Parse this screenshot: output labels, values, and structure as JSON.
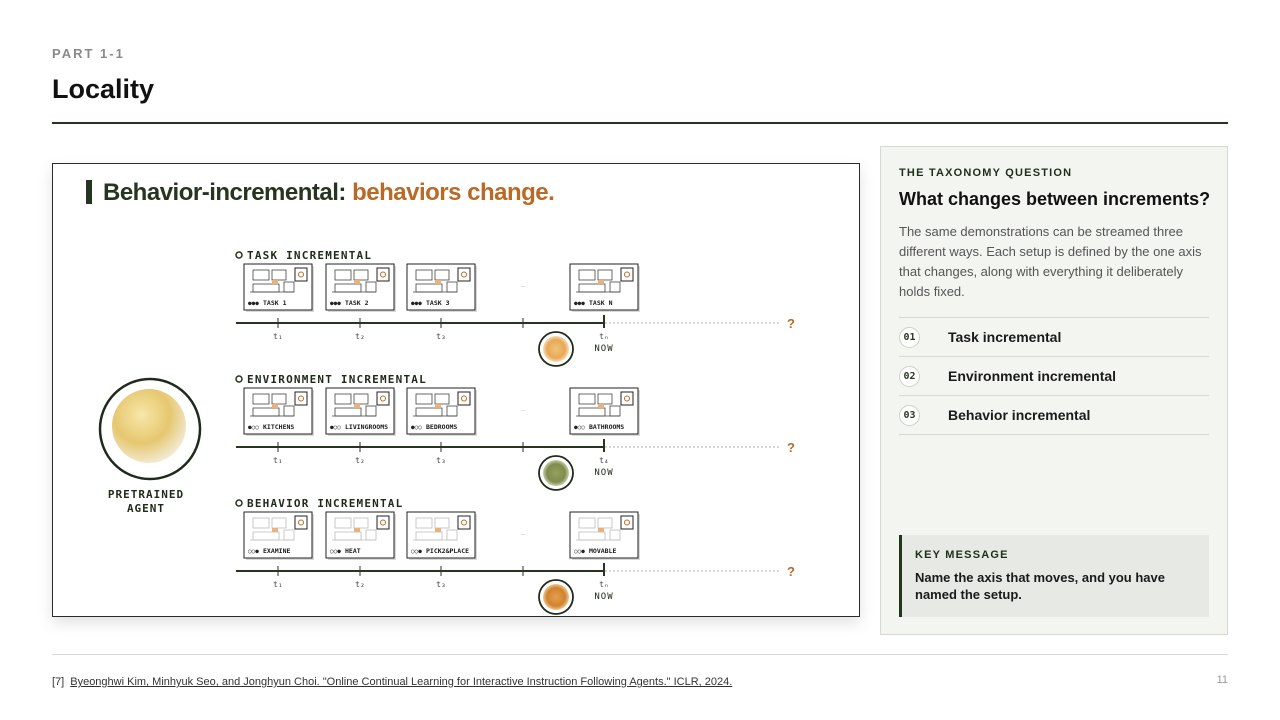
{
  "header": {
    "eyebrow": "PART 1-1",
    "title": "Locality"
  },
  "figure": {
    "headline_main": "Behavior-incremental: ",
    "headline_accent": "behaviors change.",
    "agent_label_1": "PRETRAINED",
    "agent_label_2": "AGENT",
    "now_label": "NOW",
    "question_mark": "?",
    "ellipsis": "...",
    "rows": [
      {
        "title": "TASK INCREMENTAL",
        "orb": "orange",
        "cards": [
          {
            "label": "TASK 1",
            "dots": "●●●"
          },
          {
            "label": "TASK 2",
            "dots": "●●●"
          },
          {
            "label": "TASK 3",
            "dots": "●●●"
          },
          {
            "label": "TASK N",
            "dots": "●●●"
          }
        ],
        "ticks": [
          "t₁",
          "t₂",
          "t₃",
          "tₙ"
        ]
      },
      {
        "title": "ENVIRONMENT INCREMENTAL",
        "orb": "olive",
        "cards": [
          {
            "label": "KITCHENS",
            "dots": "●○○"
          },
          {
            "label": "LIVINGROOMS",
            "dots": "●○○"
          },
          {
            "label": "BEDROOMS",
            "dots": "●○○"
          },
          {
            "label": "BATHROOMS",
            "dots": "●○○"
          }
        ],
        "ticks": [
          "t₁",
          "t₂",
          "t₃",
          "t₄"
        ]
      },
      {
        "title": "BEHAVIOR INCREMENTAL",
        "orb": "amber",
        "cards": [
          {
            "label": "EXAMINE",
            "dots": "○○●"
          },
          {
            "label": "HEAT",
            "dots": "○○●"
          },
          {
            "label": "PICK2&PLACE",
            "dots": "○○●"
          },
          {
            "label": "MOVABLE",
            "dots": "○○●"
          }
        ],
        "ticks": [
          "t₁",
          "t₂",
          "t₃",
          "tₙ"
        ]
      }
    ]
  },
  "panel": {
    "eyebrow": "THE TAXONOMY QUESTION",
    "heading": "What changes between increments?",
    "description": "The same demonstrations can be streamed three different ways. Each setup is defined by the one axis that changes, along with everything it deliberately holds fixed.",
    "options": [
      {
        "num": "01",
        "label": "Task incremental"
      },
      {
        "num": "02",
        "label": "Environment incremental"
      },
      {
        "num": "03",
        "label": "Behavior incremental"
      }
    ],
    "key_title": "KEY MESSAGE",
    "key_body": "Name the axis that moves, and you have named the setup."
  },
  "footer": {
    "ref_num": "[7]",
    "ref_text": "Byeonghwi Kim, Minhyuk Seo, and Jonghyun Choi. \"Online Continual Learning for Interactive Instruction Following Agents.\" ICLR, 2024.",
    "page_number": "11"
  },
  "colors": {
    "accent": "#b86a26",
    "dark_green": "#26351f",
    "olive": "#7f8c4f",
    "gold": "#e6c770"
  }
}
